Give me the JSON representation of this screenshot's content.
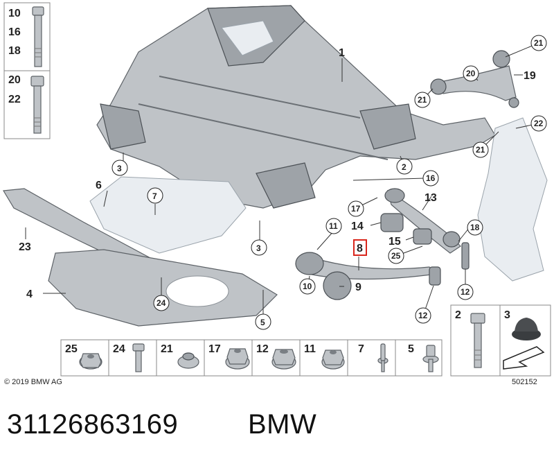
{
  "left_box_top": [
    "10",
    "16",
    "18"
  ],
  "left_box_bottom": [
    "20",
    "22"
  ],
  "callouts": {
    "c1": "1",
    "c2": "2",
    "c3a": "3",
    "c3b": "3",
    "c4": "4",
    "c5": "5",
    "c6": "6",
    "c7": "7",
    "c8": "8",
    "c9": "9",
    "c10": "10",
    "c11": "11",
    "c12a": "12",
    "c12b": "12",
    "c13": "13",
    "c14": "14",
    "c15": "15",
    "c16": "16",
    "c17": "17",
    "c18": "18",
    "c19": "19",
    "c20": "20",
    "c21a": "21",
    "c21b": "21",
    "c21c": "21",
    "c22": "22",
    "c23": "23",
    "c24": "24",
    "c25": "25"
  },
  "bottom_strip": [
    "25",
    "24",
    "21",
    "17",
    "12",
    "11",
    "7",
    "5"
  ],
  "right_box": [
    "2",
    "3"
  ],
  "copyright": "© 2019 BMW AG",
  "diagram_number": "502152",
  "footer": {
    "part_number": "31126863169",
    "brand": "BMW"
  }
}
